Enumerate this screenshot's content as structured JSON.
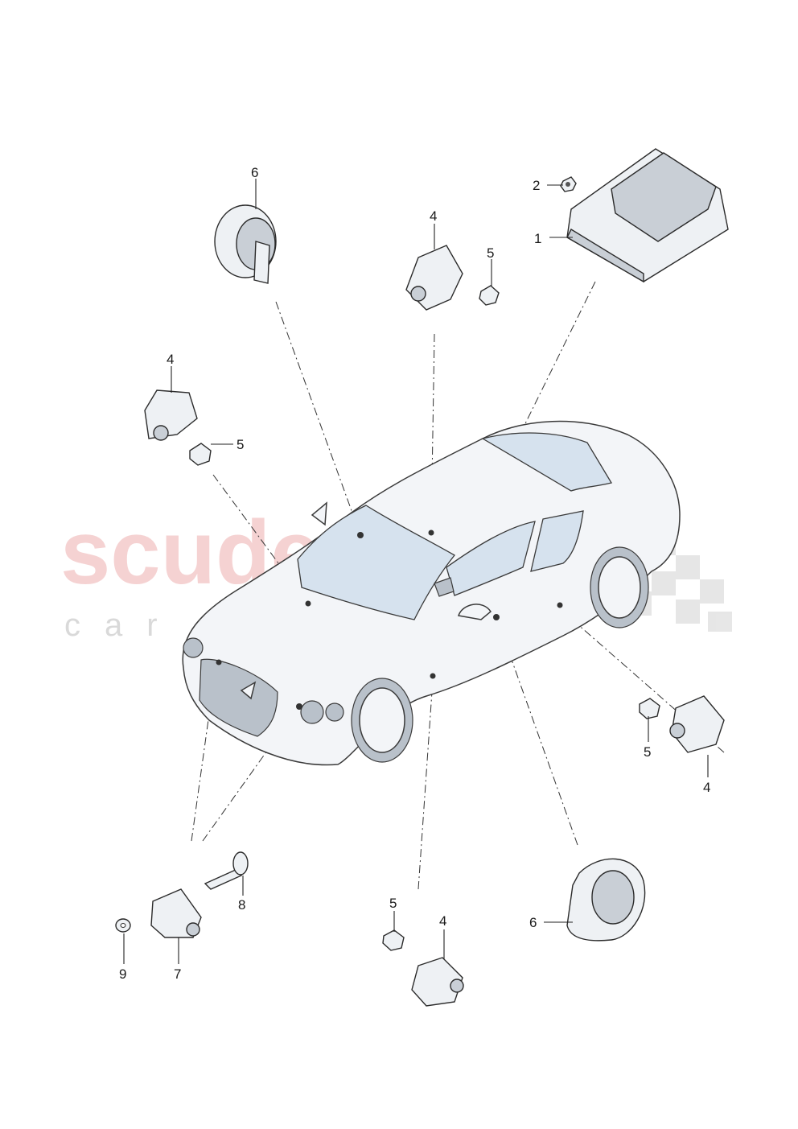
{
  "watermark": {
    "brand": "scuderia",
    "sub": "car parts"
  },
  "callouts": {
    "c1": "1",
    "c2": "2",
    "c4_top": "4",
    "c5_top": "5",
    "c6_top": "6",
    "c4_left": "4",
    "c5_left": "5",
    "c5_right": "5",
    "c4_right": "4",
    "c8": "8",
    "c9": "9",
    "c7": "7",
    "c5_bottom": "5",
    "c4_bottom": "4",
    "c6_bottom": "6"
  },
  "colors": {
    "watermark_red": "#f2c4c4",
    "watermark_grey": "#d9d9d9",
    "line": "#222222"
  }
}
